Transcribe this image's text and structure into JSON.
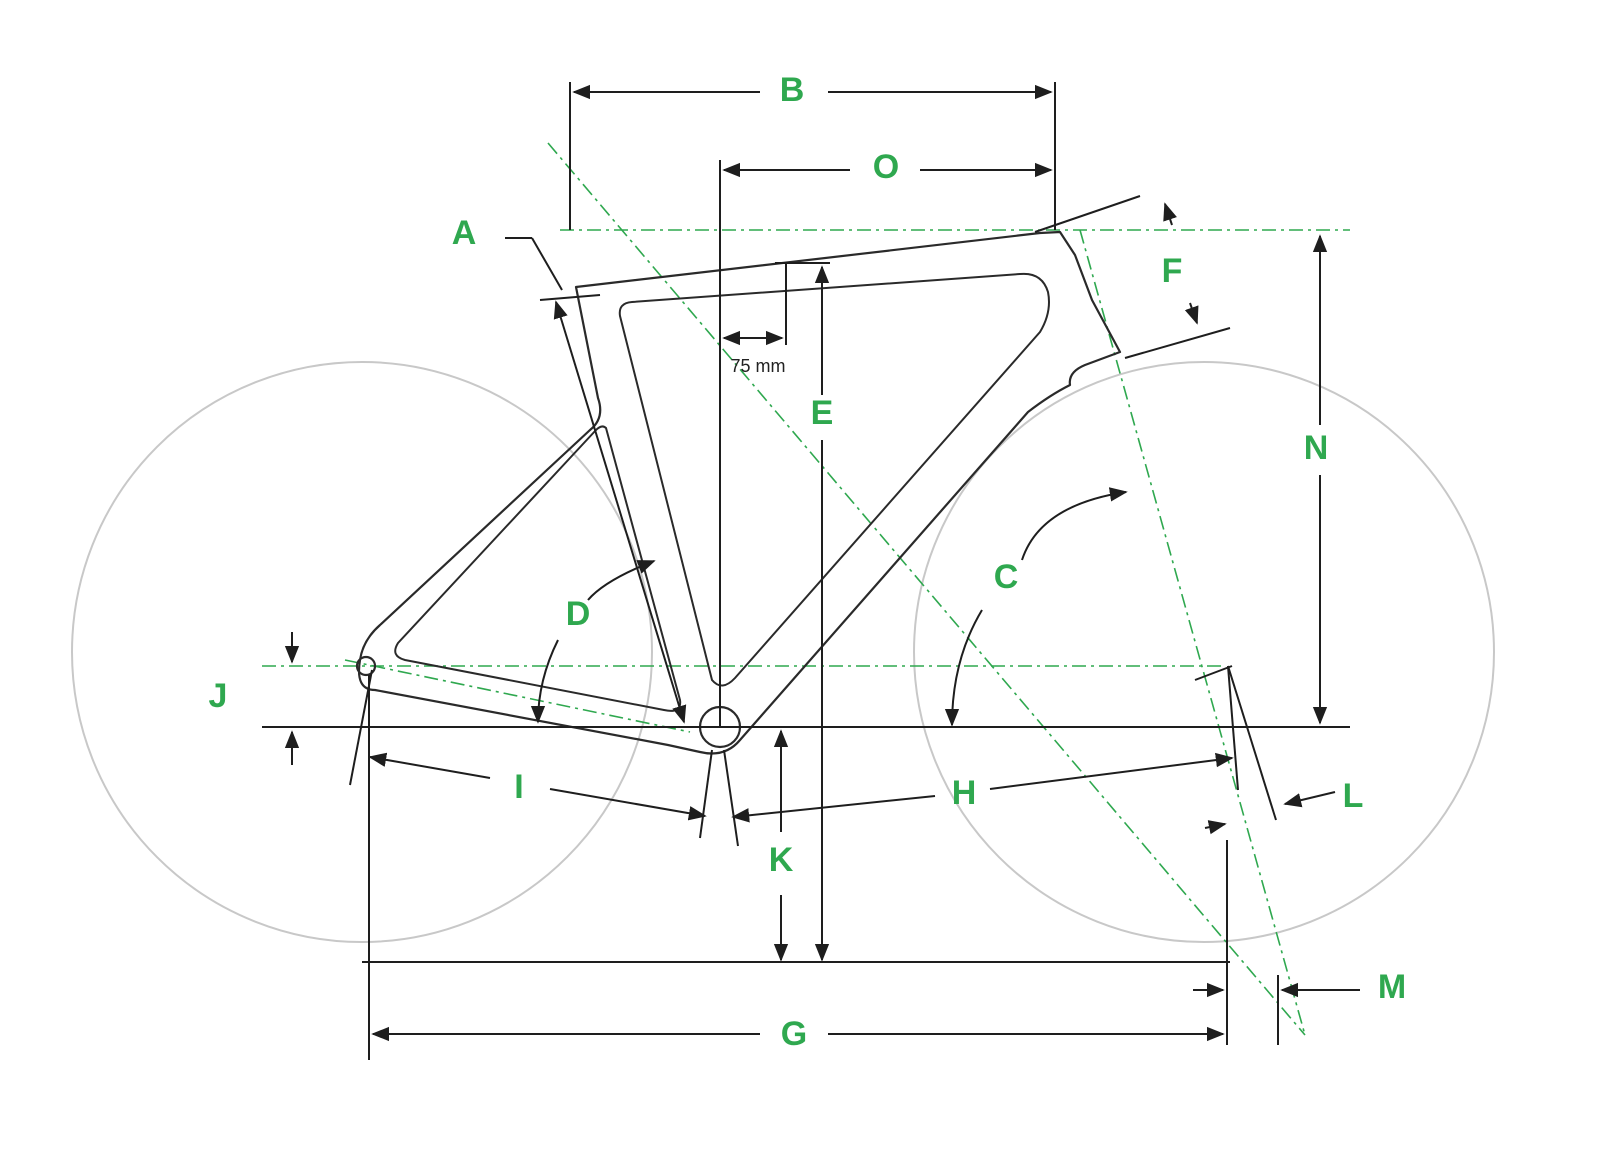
{
  "colors": {
    "label": "#2fa84f",
    "guide": "#2fa84f",
    "line": "#1e1e1e",
    "wheel": "#c8c8c8"
  },
  "labels": {
    "A": "A",
    "B": "B",
    "C": "C",
    "D": "D",
    "E": "E",
    "F": "F",
    "G": "G",
    "H": "H",
    "I": "I",
    "J": "J",
    "K": "K",
    "L": "L",
    "M": "M",
    "N": "N",
    "O": "O"
  },
  "note_75": "75 mm"
}
